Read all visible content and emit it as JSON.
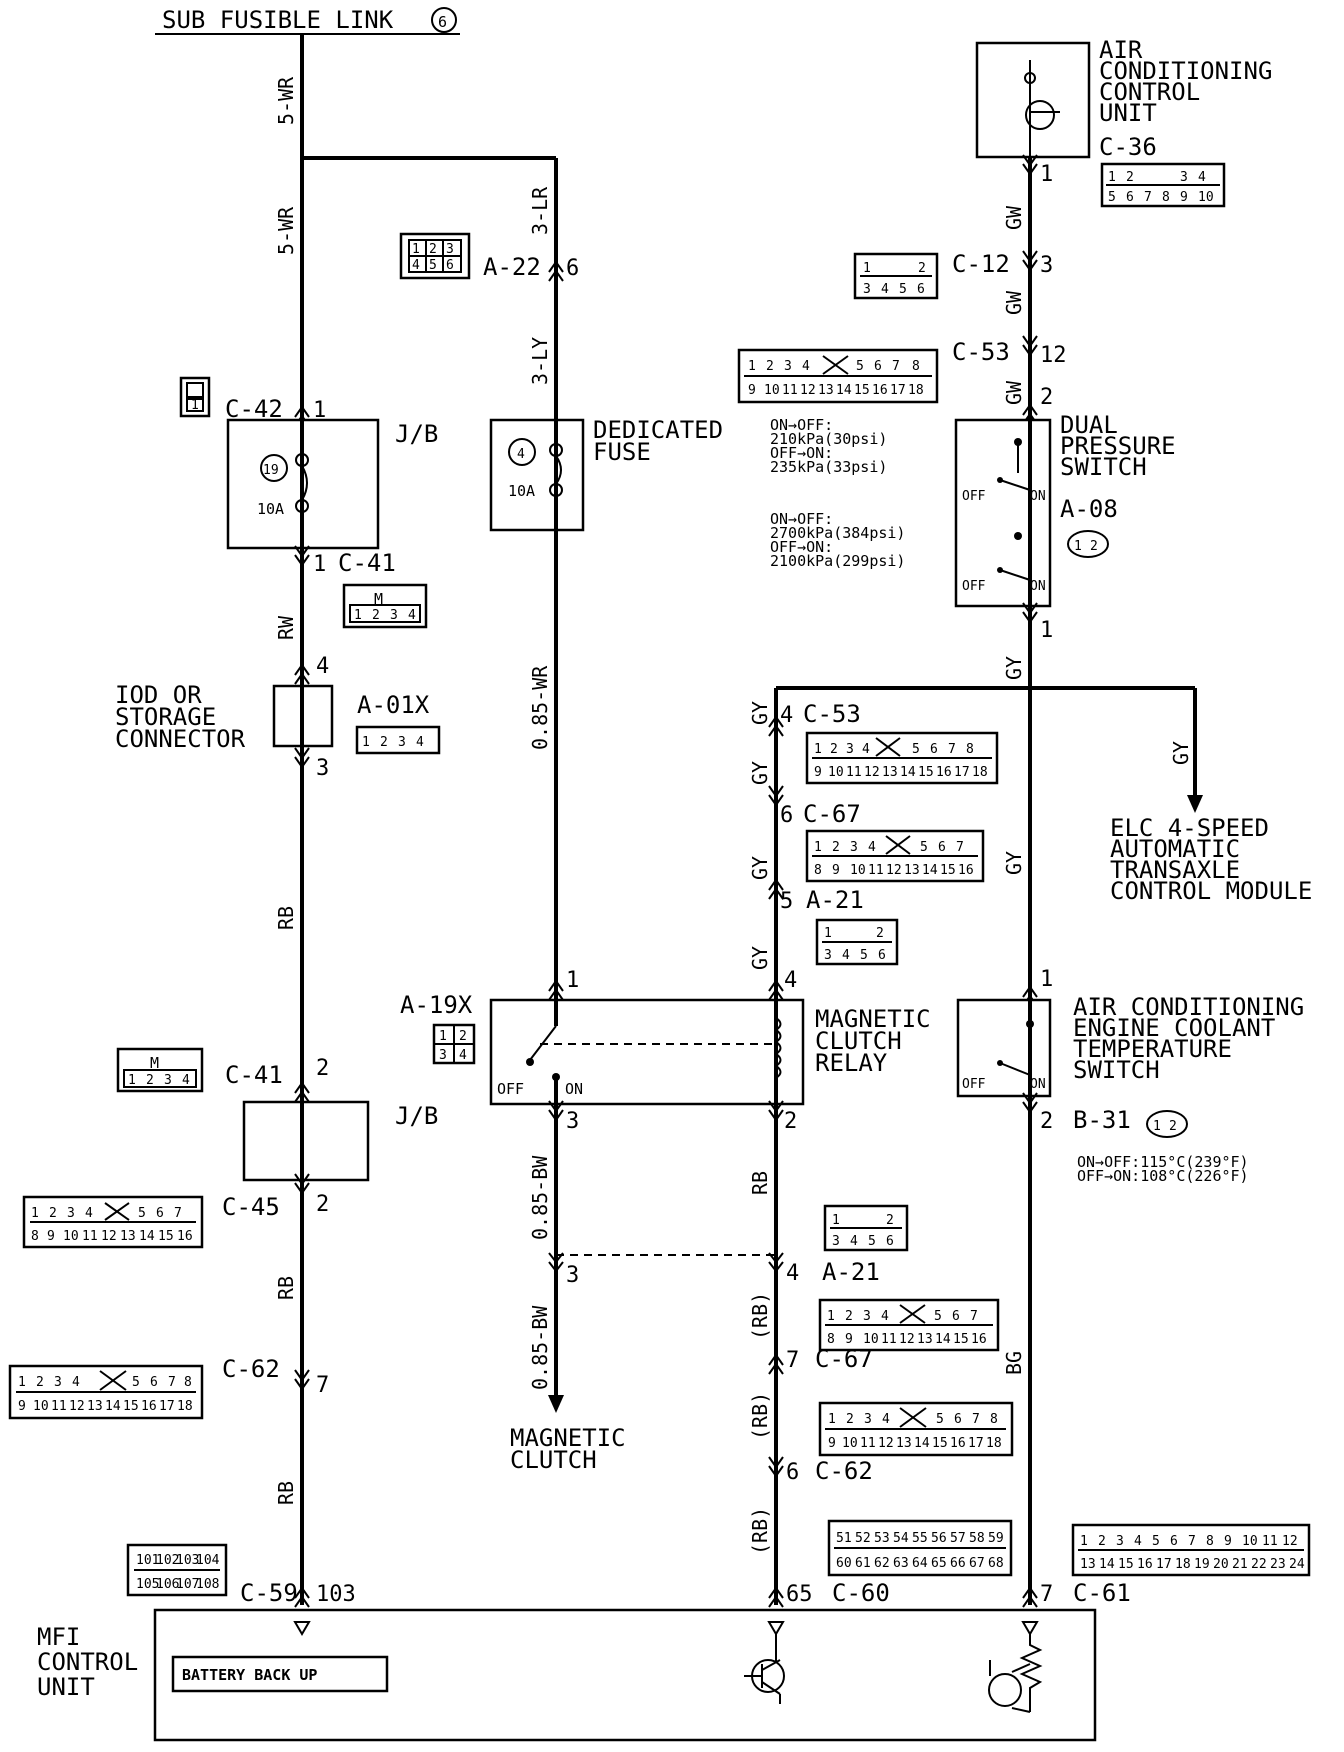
{
  "top": {
    "sub_fusible_link": "SUB FUSIBLE LINK",
    "link_no": "6"
  },
  "wires": {
    "w5wr_a": "5-WR",
    "w5wr_b": "5-WR",
    "w3lr": "3-LR",
    "w3ly": "3-LY",
    "rw": "RW",
    "rb1": "RB",
    "rb2": "RB",
    "rb3": "RB",
    "w085wr": "0.85-WR",
    "w085bw_a": "0.85-BW",
    "w085bw_b": "0.85-BW",
    "gw1": "GW",
    "gw2": "GW",
    "gw3": "GW",
    "gy1": "GY",
    "gy2": "GY",
    "gy3": "GY",
    "gy4": "GY",
    "gy5": "GY",
    "gy6": "GY",
    "gy7": "GY",
    "rb4": "RB",
    "rb5": "(RB)",
    "rb6": "(RB)",
    "rb7": "(RB)",
    "bg": "BG"
  },
  "connectors": {
    "a22": "A-22",
    "a22_pin": "6",
    "c42": "C-42",
    "c42_pin": "1",
    "c41a": "C-41",
    "c41a_pin": "1",
    "a01x": "A-01X",
    "a01x_pin_top": "4",
    "a01x_pin_bot": "3",
    "c41b": "C-41",
    "c41b_pin": "2",
    "c45": "C-45",
    "c45_pin": "2",
    "c62a": "C-62",
    "c62a_pin": "7",
    "c59": "C-59",
    "c59_pin": "103",
    "a19x": "A-19X",
    "a19x_pin1": "1",
    "a19x_pin4": "4",
    "a19x_pin3": "3",
    "a19x_pin2": "2",
    "a19x_pin3b": "3",
    "c36": "C-36",
    "c36_pin": "1",
    "c12": "C-12",
    "c12_pin": "3",
    "c53a": "C-53",
    "c53a_pin": "12",
    "a08": "A-08",
    "a08_pin2": "2",
    "a08_pin1": "1",
    "c53b": "C-53",
    "c53b_pin": "4",
    "c67a": "C-67",
    "c67a_pin": "6",
    "a21a": "A-21",
    "a21a_pin": "5",
    "a21b": "A-21",
    "a21b_pin": "4",
    "c67b": "C-67",
    "c67b_pin": "7",
    "c62b": "C-62",
    "c62b_pin": "6",
    "c60": "C-60",
    "c60_pin": "65",
    "c61": "C-61",
    "c61_pin": "7",
    "b31": "B-31",
    "b31_pin1": "1",
    "b31_pin2": "2"
  },
  "components": {
    "jb1": "J/B",
    "jb2": "J/B",
    "fuse19_no": "19",
    "fuse19_amp": "10A",
    "fuse4_no": "4",
    "fuse4_amp": "10A",
    "dedicated_fuse_1": "DEDICATED",
    "dedicated_fuse_2": "FUSE",
    "iod_1": "IOD OR",
    "iod_2": "STORAGE",
    "iod_3": "CONNECTOR",
    "relay_1": "MAGNETIC",
    "relay_2": "CLUTCH",
    "relay_3": "RELAY",
    "clutch_1": "MAGNETIC",
    "clutch_2": "CLUTCH",
    "acu_1": "AIR",
    "acu_2": "CONDITIONING",
    "acu_3": "CONTROL",
    "acu_4": "UNIT",
    "dps_1": "DUAL",
    "dps_2": "PRESSURE",
    "dps_3": "SWITCH",
    "dps_spec_1": "ON→OFF:",
    "dps_spec_2": "210kPa(30psi)",
    "dps_spec_3": "OFF→ON:",
    "dps_spec_4": "235kPa(33psi)",
    "dps_spec_5": "ON→OFF:",
    "dps_spec_6": "2700kPa(384psi)",
    "dps_spec_7": "OFF→ON:",
    "dps_spec_8": "2100kPa(299psi)",
    "elc_1": "ELC 4-SPEED",
    "elc_2": "AUTOMATIC",
    "elc_3": "TRANSAXLE",
    "elc_4": "CONTROL MODULE",
    "ect_1": "AIR CONDITIONING",
    "ect_2": "ENGINE COOLANT",
    "ect_3": "TEMPERATURE",
    "ect_4": "SWITCH",
    "ect_spec_1": "ON→OFF:115°C(239°F)",
    "ect_spec_2": "OFF→ON:108°C(226°F)",
    "mfi_1": "MFI",
    "mfi_2": "CONTROL",
    "mfi_3": "UNIT",
    "battery_backup": "BATTERY BACK UP",
    "off": "OFF",
    "on": "ON"
  },
  "pinouts": {
    "p123_456": [
      "1",
      "2",
      "3",
      "4",
      "5",
      "6"
    ],
    "p1234": [
      "1",
      "2",
      "3",
      "4"
    ],
    "p12_34": [
      "1",
      "2",
      "3",
      "4"
    ],
    "c53_row1": [
      "1",
      "2",
      "3",
      "4",
      "5",
      "6",
      "7",
      "8"
    ],
    "c53_row2": [
      "9",
      "10",
      "11",
      "12",
      "13",
      "14",
      "15",
      "16",
      "17",
      "18"
    ],
    "c67_row1": [
      "1",
      "2",
      "3",
      "4",
      "5",
      "6",
      "7"
    ],
    "c67_row2": [
      "8",
      "9",
      "10",
      "11",
      "12",
      "13",
      "14",
      "15",
      "16"
    ],
    "c36_row1": [
      "1",
      "2",
      "3",
      "4"
    ],
    "c36_row2": [
      "5",
      "6",
      "7",
      "8",
      "9",
      "10"
    ],
    "a21_row1": [
      "1",
      "2"
    ],
    "a21_row2": [
      "3",
      "4",
      "5",
      "6"
    ],
    "c60_row1": [
      "51",
      "52",
      "53",
      "54",
      "55",
      "56",
      "57",
      "58",
      "59"
    ],
    "c60_row2": [
      "60",
      "61",
      "62",
      "63",
      "64",
      "65",
      "66",
      "67",
      "68"
    ],
    "c61_row1": [
      "1",
      "2",
      "3",
      "4",
      "5",
      "6",
      "7",
      "8",
      "9",
      "10",
      "11",
      "12"
    ],
    "c61_row2": [
      "13",
      "14",
      "15",
      "16",
      "17",
      "18",
      "19",
      "20",
      "21",
      "22",
      "23",
      "24"
    ],
    "c59_row1": [
      "101",
      "102",
      "103",
      "104"
    ],
    "c59_row2": [
      "105",
      "106",
      "107",
      "108"
    ],
    "p12": [
      "1",
      "2"
    ],
    "p1": [
      "1"
    ]
  }
}
